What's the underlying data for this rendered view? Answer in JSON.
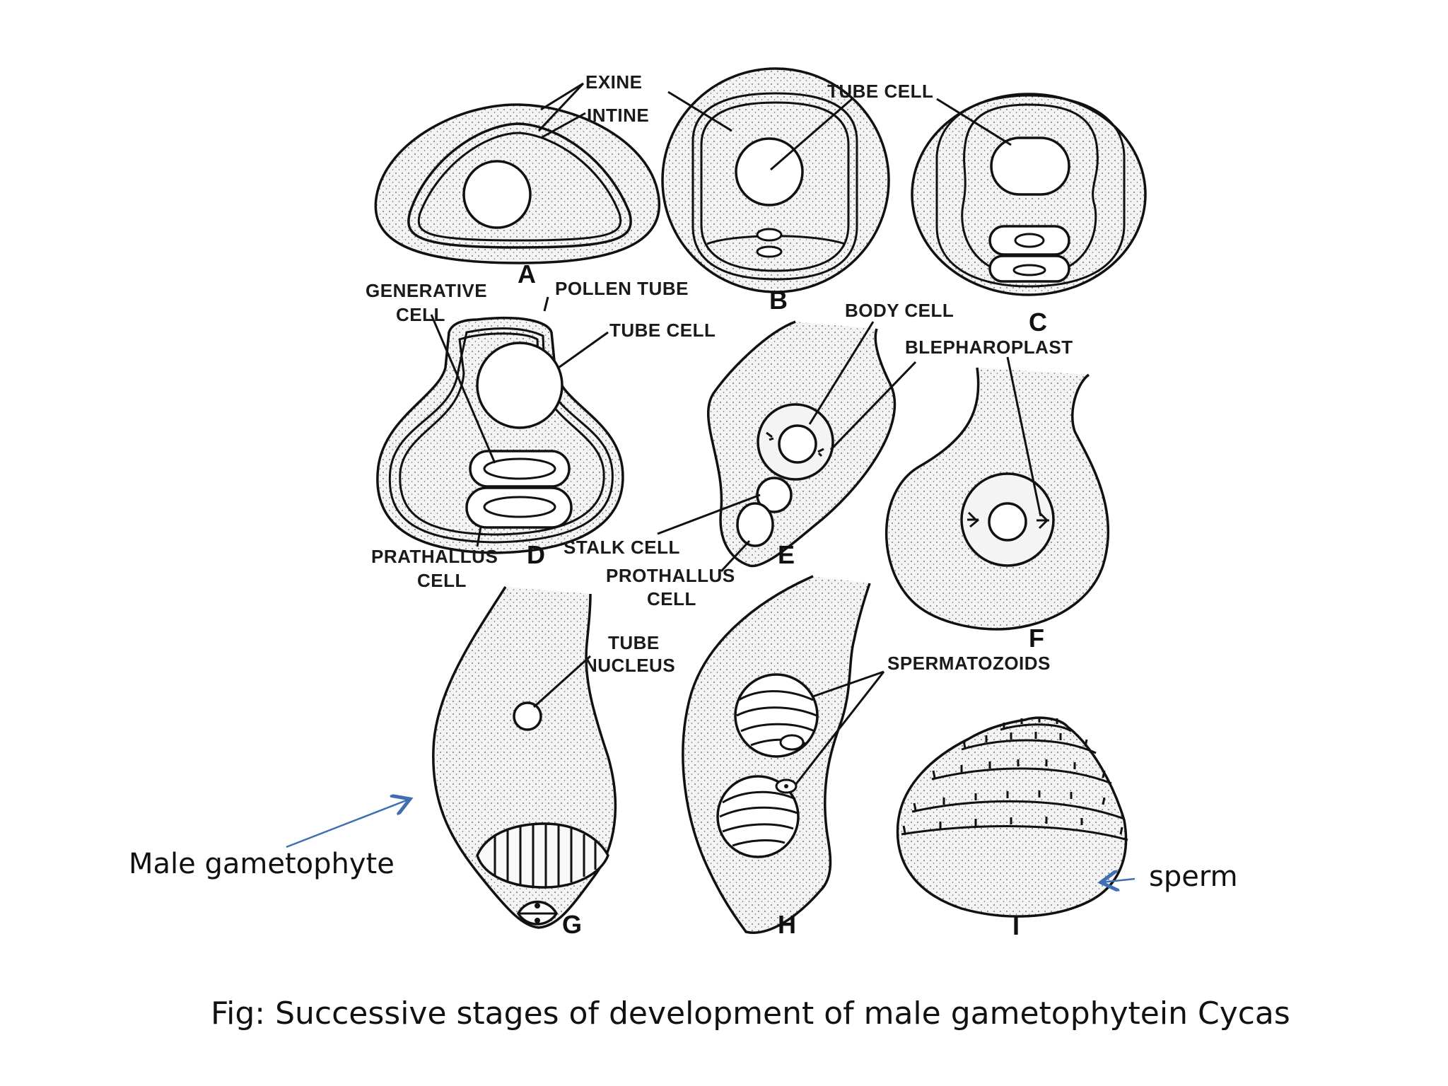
{
  "labels": {
    "exine": "EXINE",
    "intine": "INTINE",
    "tube_cell_b": "TUBE CELL",
    "generative_cell_1": "GENERATIVE",
    "generative_cell_2": "CELL",
    "pollen_tube": "POLLEN TUBE",
    "tube_cell_d": "TUBE CELL",
    "body_cell": "BODY CELL",
    "blepharoplast": "BLEPHAROPLAST",
    "prathallus_cell_1": "PRATHALLUS",
    "prathallus_cell_2": "CELL",
    "stalk_cell": "STALK CELL",
    "prothallus_cell_1": "PROTHALLUS",
    "prothallus_cell_2": "CELL",
    "tube_nucleus_1": "TUBE",
    "tube_nucleus_2": "NUCLEUS",
    "spermatozoids": "SPERMATOZOIDS"
  },
  "stages": {
    "a": "A",
    "b": "B",
    "c": "C",
    "d": "D",
    "e": "E",
    "f": "F",
    "g": "G",
    "h": "H",
    "i": "I"
  },
  "annotations": {
    "male_gametophyte": "Male gametophyte",
    "sperm": "sperm"
  },
  "caption": "Fig: Successive stages of development of male gametophytein Cycas",
  "colors": {
    "arrow": "#3f6fb0",
    "ink": "#111111",
    "background": "#ffffff"
  }
}
